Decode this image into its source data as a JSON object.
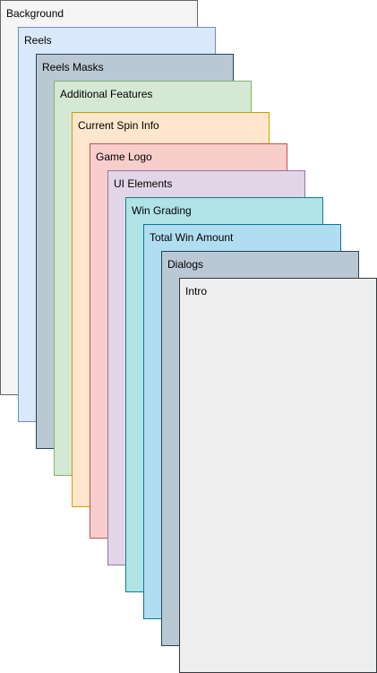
{
  "layers": [
    {
      "label": "Background",
      "fill": "#f5f5f5",
      "stroke": "#666666"
    },
    {
      "label": "Reels",
      "fill": "#dae8fc",
      "stroke": "#6c8ebf"
    },
    {
      "label": "Reels Masks",
      "fill": "#bac8d3",
      "stroke": "#23445d"
    },
    {
      "label": "Additional Features",
      "fill": "#d5e8d4",
      "stroke": "#82b366"
    },
    {
      "label": "Current Spin Info",
      "fill": "#ffe6cc",
      "stroke": "#d79b00"
    },
    {
      "label": "Game Logo",
      "fill": "#f8cecc",
      "stroke": "#b85450"
    },
    {
      "label": "UI Elements",
      "fill": "#e1d5e7",
      "stroke": "#9673a6"
    },
    {
      "label": "Win Grading",
      "fill": "#b0e3e6",
      "stroke": "#0e8088"
    },
    {
      "label": "Total Win Amount",
      "fill": "#b1ddf0",
      "stroke": "#10739e"
    },
    {
      "label": "Dialogs",
      "fill": "#bac8d3",
      "stroke": "#23445d"
    },
    {
      "label": "Intro",
      "fill": "#eeeeee",
      "stroke": "#36393d"
    }
  ]
}
